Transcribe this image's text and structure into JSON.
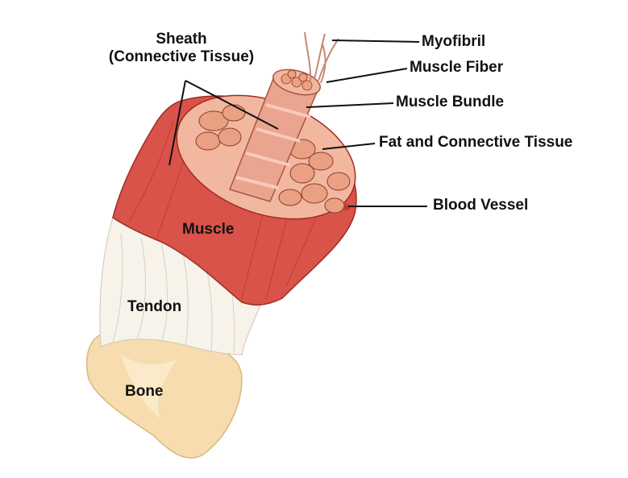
{
  "labels": {
    "sheath_line1": "Sheath",
    "sheath_line2": "(Connective Tissue)",
    "myofibril": "Myofibril",
    "muscle_fiber": "Muscle Fiber",
    "muscle_bundle": "Muscle Bundle",
    "fat_connective": "Fat and Connective Tissue",
    "blood_vessel": "Blood Vessel",
    "muscle": "Muscle",
    "tendon": "Tendon",
    "bone": "Bone"
  },
  "colors": {
    "muscle": "#d9534a",
    "muscle_dark": "#b8382f",
    "muscle_cross_section": "#f2b79f",
    "bundle": "#eba48f",
    "tendon": "#f7f3ea",
    "bone": "#f6dcae",
    "leader_line": "#111111"
  }
}
